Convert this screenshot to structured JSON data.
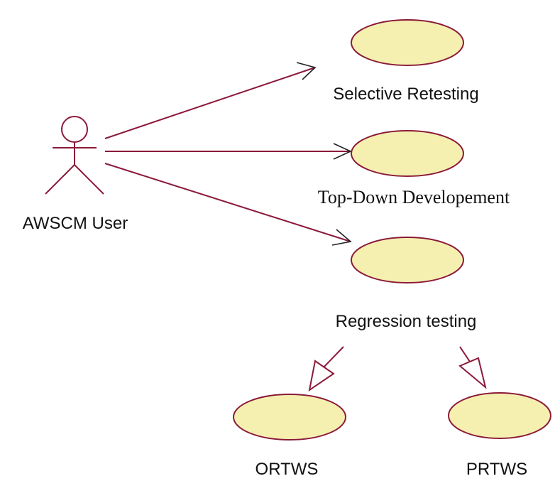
{
  "diagram": {
    "type": "uml-use-case",
    "colors": {
      "line": "#8b1a3a",
      "usecase_fill": "#f5f0b0",
      "usecase_stroke": "#8b1a3a",
      "text": "#111111",
      "background": "#ffffff"
    },
    "actor": {
      "name": "AWSCM User"
    },
    "use_cases": {
      "selective": {
        "label": "Selective Retesting"
      },
      "topdown": {
        "label": "Top-Down Developement"
      },
      "regression": {
        "label": "Regression testing"
      },
      "ortws": {
        "label": "ORTWS"
      },
      "prtws": {
        "label": "PRTWS"
      }
    },
    "associations": [
      {
        "from": "actor",
        "to": "selective",
        "kind": "association"
      },
      {
        "from": "actor",
        "to": "topdown",
        "kind": "association"
      },
      {
        "from": "actor",
        "to": "regression",
        "kind": "association"
      }
    ],
    "generalizations": [
      {
        "from": "regression",
        "to": "ortws",
        "kind": "generalization"
      },
      {
        "from": "regression",
        "to": "prtws",
        "kind": "generalization"
      }
    ]
  }
}
